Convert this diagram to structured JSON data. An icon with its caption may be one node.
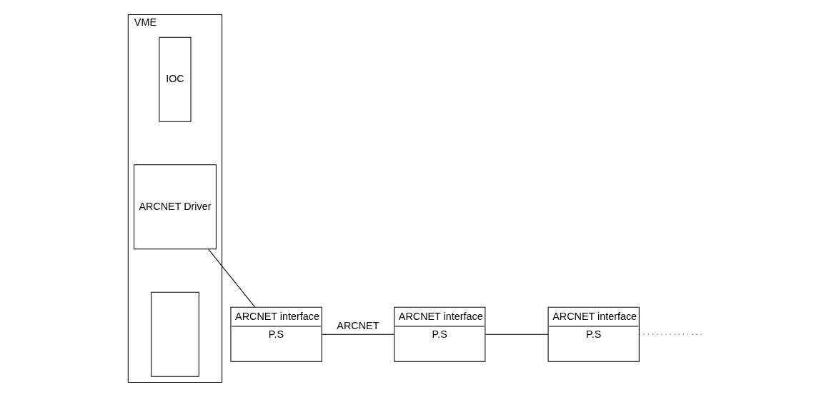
{
  "diagram": {
    "nodes": [
      {
        "text": [
          "VME"
        ]
      },
      {
        "text": [
          "IOC"
        ],
        "in": 0
      },
      {
        "text": [
          "ARCNET Driver"
        ],
        "in": 0
      },
      {
        "text": [],
        "shape": "box",
        "in": 0
      },
      {
        "text": [
          "ARCNET interface",
          "P.S"
        ]
      },
      {
        "text": [
          "ARCNET interface",
          "P.S"
        ]
      },
      {
        "text": [
          "ARCNET interface",
          "P.S"
        ]
      }
    ],
    "edges": [
      {
        "from": 2,
        "to": 4,
        "arrow": "none"
      },
      {
        "from": 4,
        "to": 5,
        "arrow": "none",
        "label": "ARCNET"
      },
      {
        "from": 5,
        "to": 6,
        "arrow": "none"
      },
      {
        "from": 6,
        "to": null,
        "arrow": "none",
        "style": "dashed"
      }
    ]
  }
}
